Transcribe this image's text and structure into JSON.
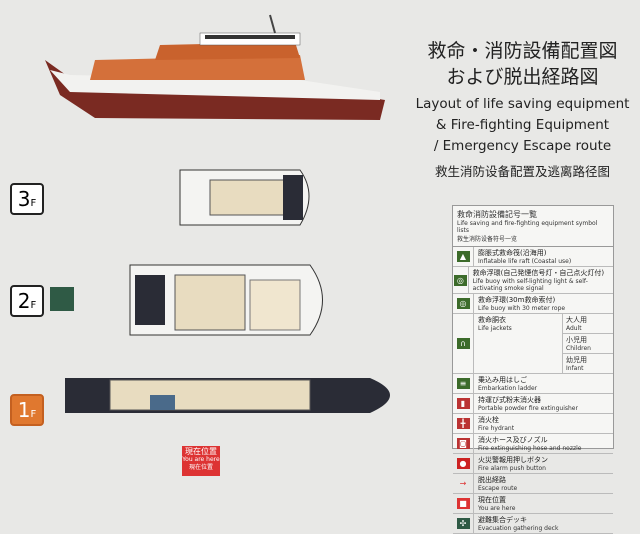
{
  "title": {
    "jp1": "救命・消防設備配置図",
    "jp2": "および脱出経路図",
    "en1": "Layout of life saving equipment",
    "en2": "& Fire-fighting Equipment",
    "en3": "/ Emergency Escape route",
    "cn": "救生消防设备配置及逃离路径图"
  },
  "floors": [
    {
      "label": "3",
      "suffix": "F"
    },
    {
      "label": "2",
      "suffix": "F"
    },
    {
      "label": "1",
      "suffix": "F"
    }
  ],
  "you_are_here": {
    "jp": "現在位置",
    "en": "You are here",
    "cn": "現在位置"
  },
  "legend": {
    "title": "救命消防設備記号一覧",
    "title_en": "Life saving and fire-fighting equipment symbol lists",
    "title_cn": "救生消防设备符号一览",
    "items": [
      {
        "icon": "liferaft-icon",
        "color": "#3c6b2a",
        "jp": "膨脹式救命筏(沿海用)",
        "en": "Inflatable life raft (Coastal use)"
      },
      {
        "icon": "lifebuoy-light-icon",
        "color": "#3c6b2a",
        "jp": "救命浮環(自己発煙信号灯・自己点火灯付)",
        "en": "Life buoy with self-lighting light & self-activating smoke signal"
      },
      {
        "icon": "lifebuoy-rope-icon",
        "color": "#3c6b2a",
        "jp": "救命浮環(30m救命索付)",
        "en": "Life buoy with 30 meter rope"
      },
      {
        "icon": "lifejacket-icon",
        "color": "#3c6b2a",
        "jp": "救命胴衣",
        "en": "Life jackets",
        "sizes": [
          {
            "jp": "大人用",
            "en": "Adult"
          },
          {
            "jp": "小児用",
            "en": "Children"
          },
          {
            "jp": "幼児用",
            "en": "Infant"
          }
        ]
      },
      {
        "icon": "ladder-icon",
        "color": "#3c6b2a",
        "jp": "乗込み用はしご",
        "en": "Embarkation ladder"
      },
      {
        "icon": "extinguisher-icon",
        "color": "#b33",
        "jp": "持運び式粉末消火器",
        "en": "Portable powder fire extinguisher"
      },
      {
        "icon": "hydrant-icon",
        "color": "#b33",
        "jp": "消火栓",
        "en": "Fire hydrant"
      },
      {
        "icon": "hose-icon",
        "color": "#b33",
        "jp": "消火ホース及びノズル",
        "en": "Fire extinguishing hose and nozzle"
      },
      {
        "icon": "alarm-button-icon",
        "color": "#c22",
        "jp": "火災警報用押しボタン",
        "en": "Fire alarm push button"
      },
      {
        "icon": "arrow-icon",
        "color": "#d33",
        "jp": "脱出経路",
        "en": "Escape route"
      },
      {
        "icon": "here-icon",
        "color": "#d33",
        "jp": "現在位置",
        "en": "You are here"
      },
      {
        "icon": "gathering-deck-icon",
        "color": "#2f5a45",
        "jp": "避難集合デッキ",
        "en": "Evacuation gathering deck"
      }
    ]
  }
}
